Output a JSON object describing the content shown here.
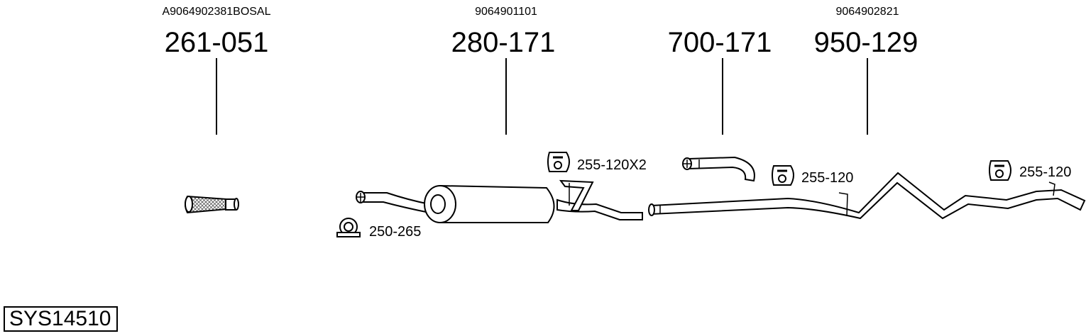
{
  "system": {
    "code": "SYS14510"
  },
  "parts": [
    {
      "part_number": "261-051",
      "reference": "A9064902381BOSAL"
    },
    {
      "part_number": "280-171",
      "reference": "9064901101"
    },
    {
      "part_number": "700-171",
      "reference": ""
    },
    {
      "part_number": "950-129",
      "reference": "9064902821"
    }
  ],
  "accessories": [
    {
      "label": "255-120X2",
      "icon": "rubber-hanger-icon"
    },
    {
      "label": "250-265",
      "icon": "pipe-clamp-icon"
    },
    {
      "label": "255-120",
      "icon": "rubber-hanger-icon"
    },
    {
      "label": "255-120",
      "icon": "rubber-hanger-icon"
    }
  ],
  "colors": {
    "line": "#000000",
    "background": "#ffffff",
    "mesh": "#555555",
    "body_fill": "#ffffff"
  }
}
